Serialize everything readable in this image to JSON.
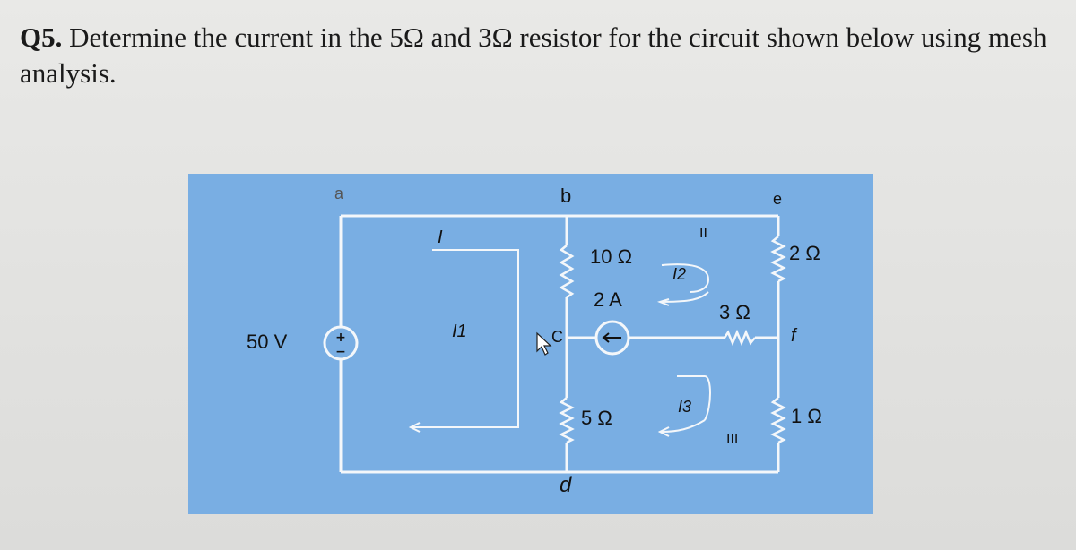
{
  "question": {
    "number": "Q5.",
    "text": " Determine the current in the 5Ω and 3Ω resistor for the circuit shown below using mesh analysis."
  },
  "circuit": {
    "nodes": {
      "a": "a",
      "b": "b",
      "c": "C",
      "d": "d",
      "e": "e",
      "f": "f"
    },
    "source_voltage": "50 V",
    "source_current": "2 A",
    "resistors": {
      "r10": "10 Ω",
      "r5": "5 Ω",
      "r3": "3 Ω",
      "r2": "2 Ω",
      "r1": "1 Ω"
    },
    "mesh_labels": {
      "i1": "I1",
      "i2": "I2",
      "i3": "I3"
    },
    "current_labels": {
      "I": "I",
      "II": "II",
      "III": "III"
    },
    "colors": {
      "background": "#79aee3",
      "wire": "#f2f6fa",
      "text": "#111111"
    }
  }
}
